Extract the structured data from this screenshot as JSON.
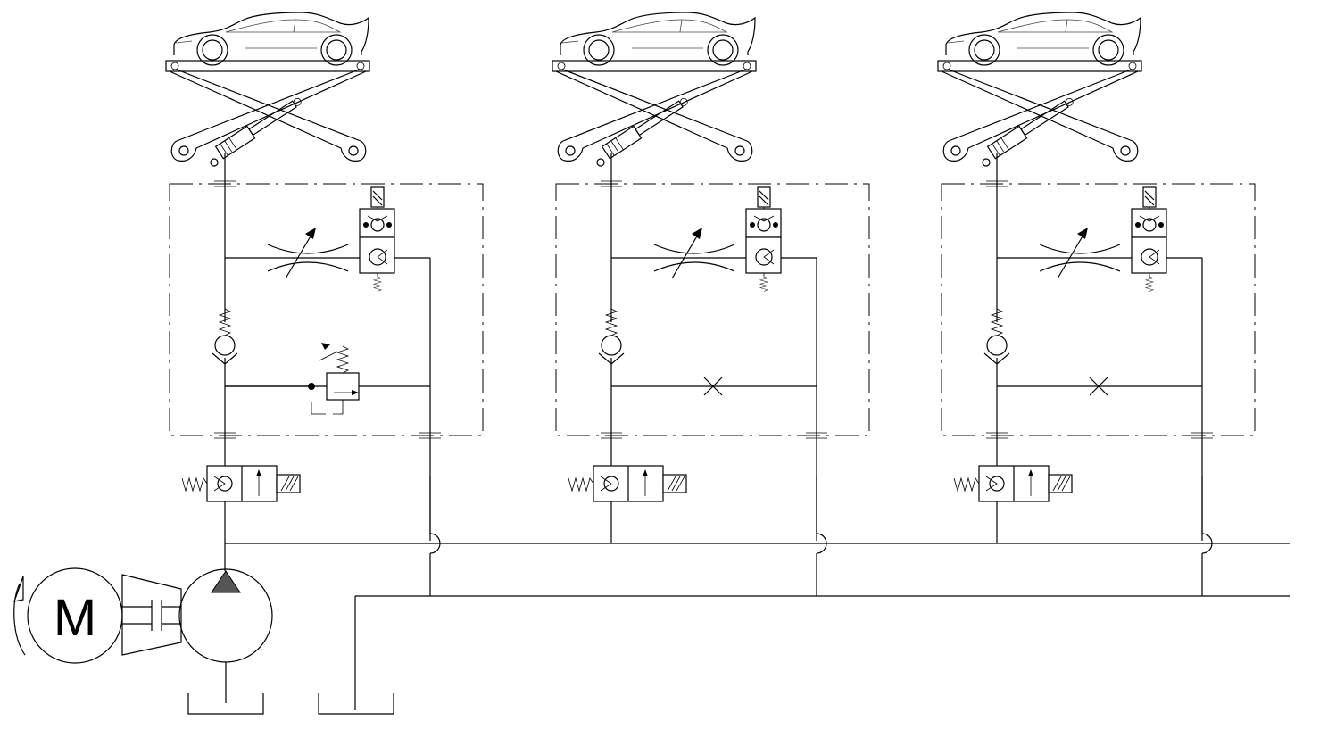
{
  "diagram": {
    "motor_label": "M",
    "circuits": [
      {
        "id": "circuit-1",
        "load": "car-on-scissor-lift",
        "has_pressure_relief_valve": true
      },
      {
        "id": "circuit-2",
        "load": "car-on-scissor-lift",
        "has_pressure_relief_valve": false
      },
      {
        "id": "circuit-3",
        "load": "car-on-scissor-lift",
        "has_pressure_relief_valve": false
      }
    ],
    "components": {
      "motor": "electric-motor",
      "coupling": "shaft-coupling",
      "pump": "hydraulic-pump",
      "tanks": [
        "suction-tank",
        "return-tank"
      ]
    },
    "colors": {
      "line": "#000000",
      "background": "#ffffff",
      "pump_triangle": "#555555"
    }
  }
}
